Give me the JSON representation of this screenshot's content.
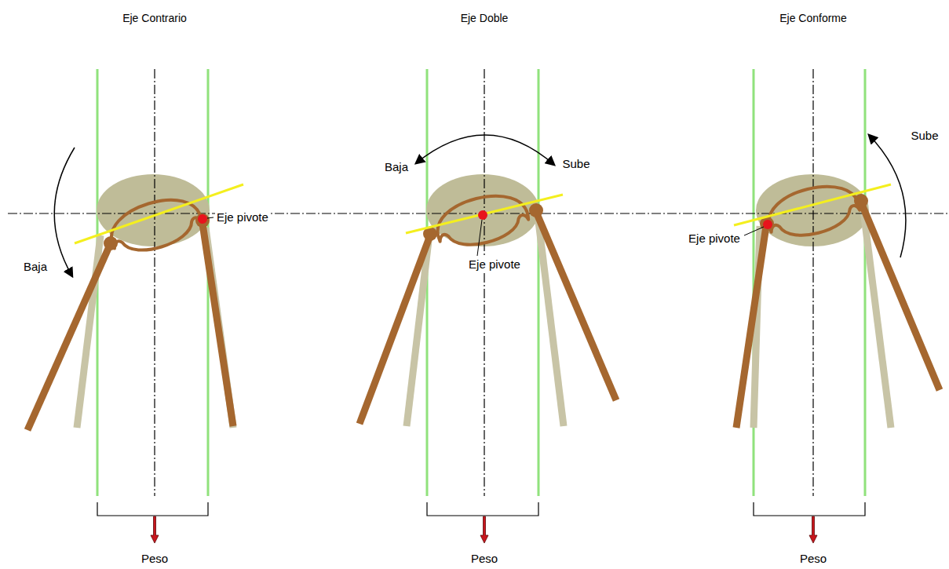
{
  "diagram": {
    "labels": [
      "Eje Contrario",
      "Baja",
      "Eje pivote",
      "Peso",
      "Eje Doble",
      "Baja",
      "Sube",
      "Eje pivote",
      "Peso",
      "Eje Conforme",
      "Sube",
      "Eje pivote",
      "Peso"
    ]
  }
}
